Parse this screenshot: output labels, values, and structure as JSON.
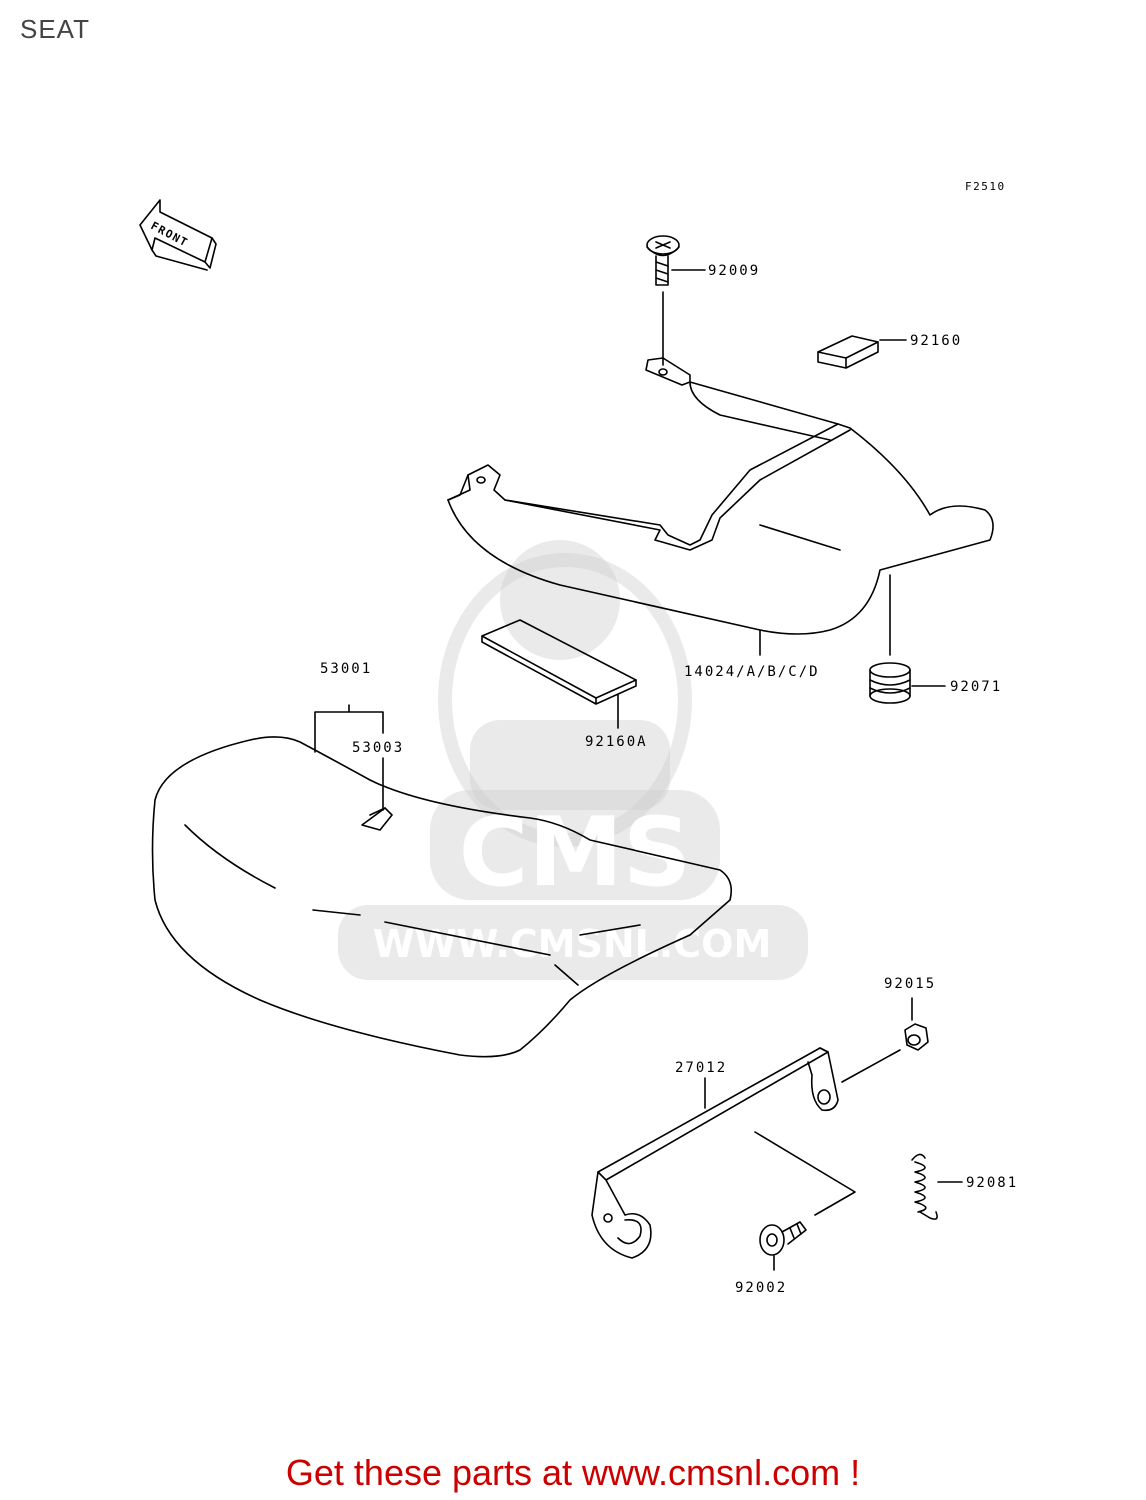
{
  "header": {
    "title": "SEAT"
  },
  "diagram": {
    "figure_code": "F2510",
    "direction_label": "FRONT",
    "part_labels": {
      "p92009": "92009",
      "p92160": "92160",
      "p14024": "14024/A/B/C/D",
      "p92071": "92071",
      "p53001": "53001",
      "p53003": "53003",
      "p92160A": "92160A",
      "p92015": "92015",
      "p27012": "27012",
      "p92081": "92081",
      "p92002": "92002"
    }
  },
  "watermark": {
    "brand": "CMS",
    "url_text": "WWW.CMSNL.COM"
  },
  "footer": {
    "text": "Get these parts at www.cmsnl.com !",
    "color": "#cc0000"
  }
}
